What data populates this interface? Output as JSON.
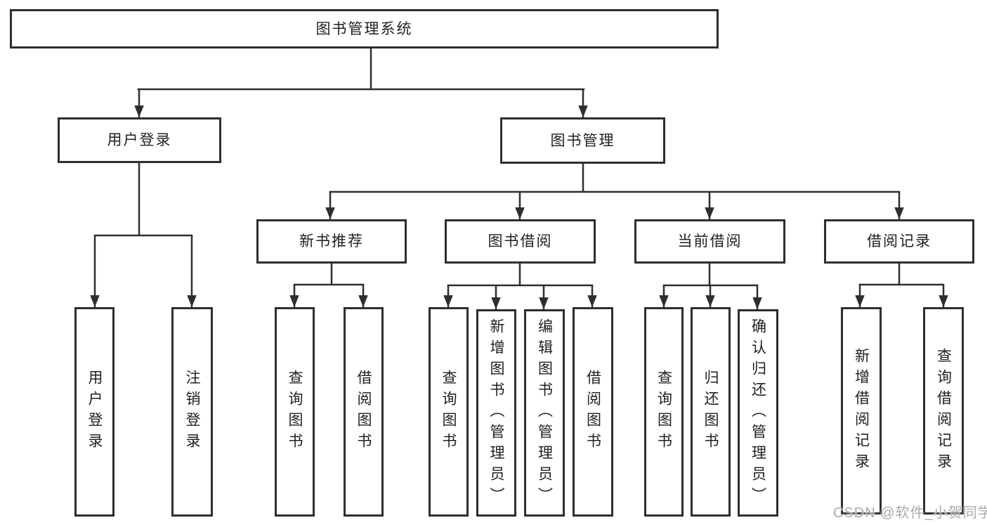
{
  "diagram": {
    "root": {
      "label": "图书管理系统"
    },
    "user_login": {
      "label": "用户登录",
      "children": [
        {
          "label": "用户登录"
        },
        {
          "label": "注销登录"
        }
      ]
    },
    "book_mgmt": {
      "label": "图书管理",
      "children": [
        {
          "label": "新书推荐",
          "children": [
            {
              "label": "查询图书"
            },
            {
              "label": "借阅图书"
            }
          ]
        },
        {
          "label": "图书借阅",
          "children": [
            {
              "label": "查询图书"
            },
            {
              "label": "新增图书（管理员）"
            },
            {
              "label": "编辑图书（管理员）"
            },
            {
              "label": "借阅图书"
            }
          ]
        },
        {
          "label": "当前借阅",
          "children": [
            {
              "label": "查询图书"
            },
            {
              "label": "归还图书"
            },
            {
              "label": "确认归还（管理员）"
            }
          ]
        },
        {
          "label": "借阅记录",
          "children": [
            {
              "label": "新增借阅记录"
            },
            {
              "label": "查询借阅记录"
            }
          ]
        }
      ]
    }
  },
  "watermark": {
    "text": "CSDN @软件_小贺同学"
  },
  "colors": {
    "line": "#2e2e2e",
    "box_border": "#2e2e2e",
    "text": "#212121",
    "watermark": "#aaaaaa",
    "background": "#ffffff"
  }
}
